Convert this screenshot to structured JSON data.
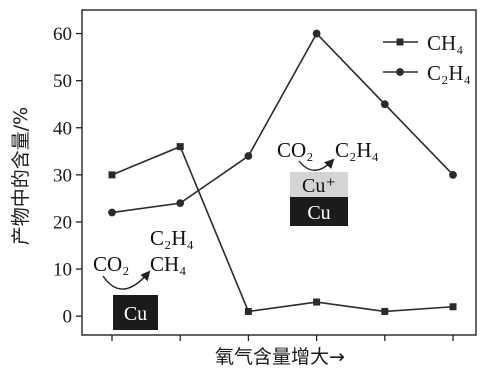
{
  "chart_data": {
    "type": "line",
    "title": "",
    "xlabel": "氧气含量增大→",
    "ylabel": "产物中的含量/%",
    "ylim": [
      -4,
      65
    ],
    "yticks": [
      0,
      10,
      20,
      30,
      40,
      50,
      60
    ],
    "grid": false,
    "legend": "top-right",
    "series": [
      {
        "name": "CH₄",
        "marker": "square",
        "values": [
          30,
          36,
          1,
          3,
          1,
          2
        ]
      },
      {
        "name": "C₂H₄",
        "marker": "circle",
        "values": [
          22,
          24,
          34,
          60,
          45,
          30
        ]
      }
    ]
  },
  "annotations": {
    "upper": {
      "reactant": "CO₂",
      "product": "C₂H₄",
      "layer_top": "Cu⁺",
      "layer_bottom": "Cu"
    },
    "lower": {
      "reactant": "CO₂",
      "product_upper": "C₂H₄",
      "product_lower": "CH₄",
      "layer": "Cu"
    }
  },
  "colors": {
    "line": "#2b2b2b",
    "cu_box": "#1b1b1b",
    "cu_plus_box": "#d4d4d4",
    "box_text_light": "#ffffff",
    "box_text_dark": "#111111"
  }
}
